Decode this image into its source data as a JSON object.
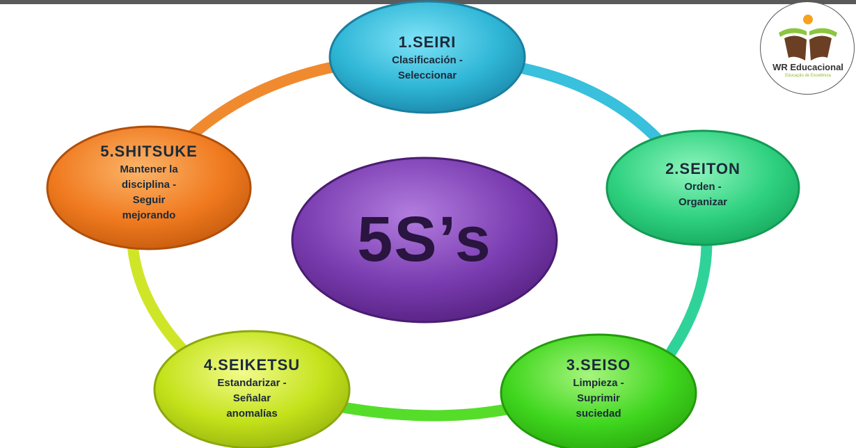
{
  "diagram": {
    "center_label": "5S’s",
    "nodes": [
      {
        "id": "seiri",
        "title": "1.SEIRI",
        "lines": [
          "Clasificación -",
          "Seleccionar"
        ],
        "color": "#2fb6d6"
      },
      {
        "id": "seiton",
        "title": "2.SEITON",
        "lines": [
          "Orden -",
          "Organizar"
        ],
        "color": "#2ed17f"
      },
      {
        "id": "seiso",
        "title": "3.SEISO",
        "lines": [
          "Limpieza -",
          "Suprimir",
          "suciedad"
        ],
        "color": "#3fd61e"
      },
      {
        "id": "seiketsu",
        "title": "4.SEIKETSU",
        "lines": [
          "Estandarizar -",
          "Señalar",
          "anomalías"
        ],
        "color": "#c4e21a"
      },
      {
        "id": "shitsuke",
        "title": "5.SHITSUKE",
        "lines": [
          "Mantener la",
          "disciplina -",
          "Seguir",
          "mejorando"
        ],
        "color": "#f07a1f"
      }
    ],
    "center_color": "#7a3cb0"
  },
  "logo": {
    "name": "WR Educacional",
    "tagline": "Educação de Excelência"
  }
}
